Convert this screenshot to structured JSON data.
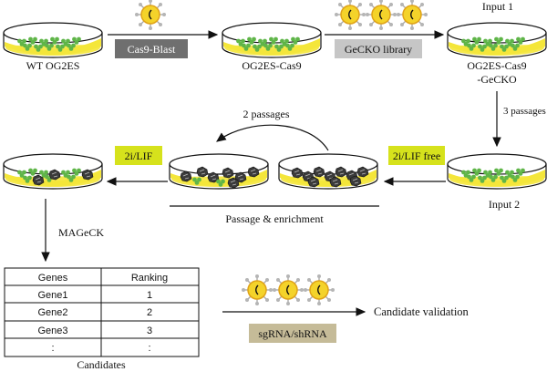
{
  "colors": {
    "dish_fill": "#f4e63a",
    "dish_rim": "#111111",
    "cell_green": "#5fb548",
    "grey_box": "#6f6f6f",
    "light_box": "#c6c6c6",
    "yellow_box": "#d6e21c",
    "tan_box": "#c5bb98",
    "virus_yellow": "#f4d32a"
  },
  "stages": {
    "wt_label": "WT OG2ES",
    "cas9_label": "OG2ES-Cas9",
    "input1_label": "Input 1",
    "gecko_line1": "OG2ES-Cas9",
    "gecko_line2": "-GeCKO",
    "passages3": "3 passages",
    "input2_label": "Input 2",
    "passages2": "2 passages",
    "enrichment_label": "Passage & enrichment",
    "mageck_label": "MAGeCK",
    "candidates_label": "Candidates",
    "validation_label": "Candidate validation"
  },
  "boxes": {
    "cas9_blast": "Cas9-Blast",
    "gecko_library": "GeCKO library",
    "li_free": "2i/LIF free",
    "li": "2i/LIF",
    "sgrna": "sgRNA/shRNA"
  },
  "table": {
    "headers": [
      "Genes",
      "Ranking"
    ],
    "rows": [
      [
        "Gene1",
        "1"
      ],
      [
        "Gene2",
        "2"
      ],
      [
        "Gene3",
        "3"
      ],
      [
        ":",
        ":"
      ]
    ]
  }
}
